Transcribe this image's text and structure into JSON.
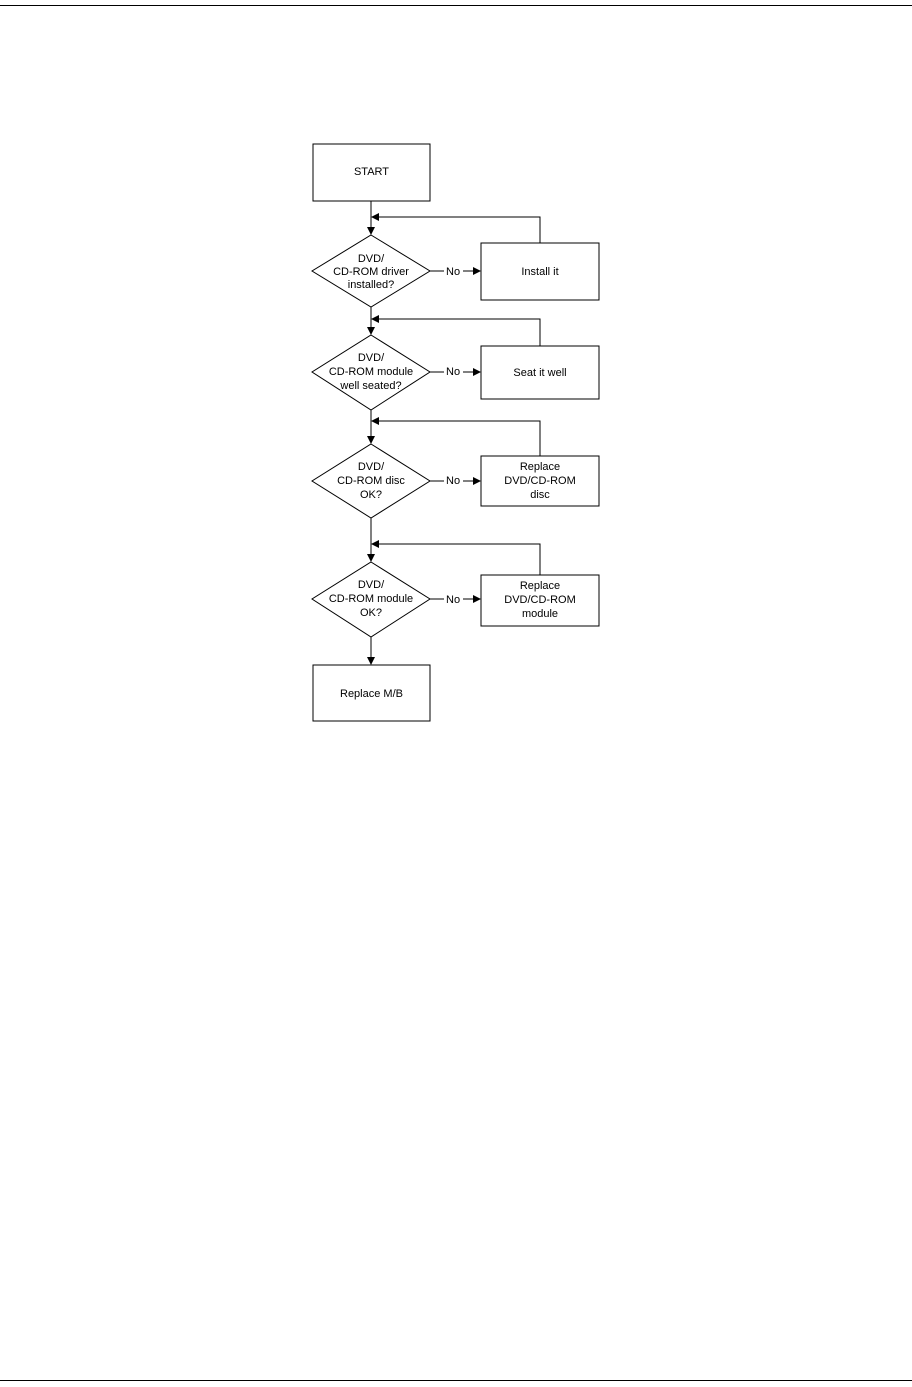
{
  "flowchart": {
    "start": {
      "lines": [
        "START"
      ]
    },
    "decisions": [
      {
        "lines": [
          "DVD/",
          "CD-ROM driver",
          "installed?"
        ],
        "no_label": "No",
        "action": [
          "Install it"
        ]
      },
      {
        "lines": [
          "DVD/",
          "CD-ROM module",
          "well seated?"
        ],
        "no_label": "No",
        "action": [
          "Seat it well"
        ]
      },
      {
        "lines": [
          "DVD/",
          "CD-ROM disc",
          "OK?"
        ],
        "no_label": "No",
        "action": [
          "Replace",
          "DVD/CD-ROM",
          "disc"
        ]
      },
      {
        "lines": [
          "DVD/",
          "CD-ROM module",
          "OK?"
        ],
        "no_label": "No",
        "action": [
          "Replace",
          "DVD/CD-ROM",
          "module"
        ]
      }
    ],
    "end": {
      "lines": [
        "Replace M/B"
      ]
    }
  }
}
